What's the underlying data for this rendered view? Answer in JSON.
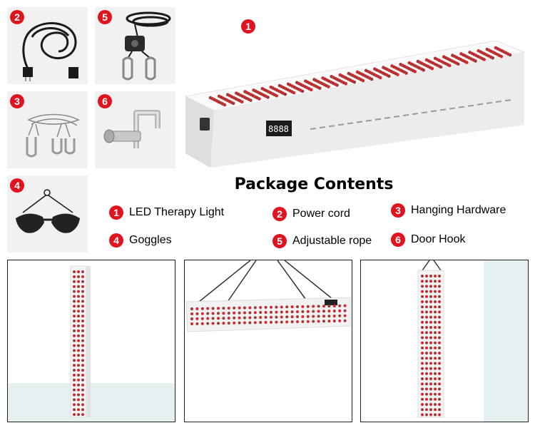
{
  "heading": "Package Contents",
  "badges": {
    "b1": "1",
    "b2": "2",
    "b3": "3",
    "b4": "4",
    "b5": "5",
    "b6": "6"
  },
  "items": [
    {
      "num": "1",
      "label": "LED Therapy Light"
    },
    {
      "num": "2",
      "label": "Power cord"
    },
    {
      "num": "3",
      "label": "Hanging Hardware"
    },
    {
      "num": "4",
      "label": "Goggles"
    },
    {
      "num": "5",
      "label": "Adjustable rope"
    },
    {
      "num": "6",
      "label": "Door Hook"
    }
  ],
  "colors": {
    "accent": "#e0141e",
    "led_red": "#d8262c",
    "led_dark": "#9a3a3a",
    "panel": "#f7f7f7"
  }
}
